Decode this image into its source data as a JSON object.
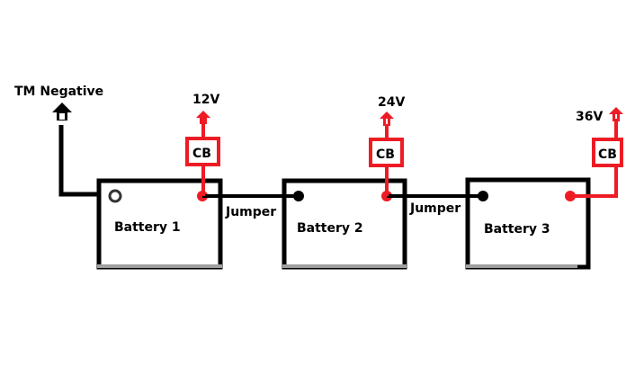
{
  "diagram": {
    "title_label": "TM Negative",
    "colors": {
      "negative_wire": "#000000",
      "positive_wire": "#ed1c24",
      "battery_outline": "#000000",
      "battery_shadow": "#a0a0a0"
    },
    "batteries": [
      {
        "label": "Battery 1"
      },
      {
        "label": "Battery 2"
      },
      {
        "label": "Battery 3"
      }
    ],
    "jumpers": [
      {
        "label": "Jumper"
      },
      {
        "label": "Jumper"
      }
    ],
    "breakers": [
      {
        "label": "CB",
        "voltage": "12V"
      },
      {
        "label": "CB",
        "voltage": "24V"
      },
      {
        "label": "CB",
        "voltage": "36V"
      }
    ]
  }
}
